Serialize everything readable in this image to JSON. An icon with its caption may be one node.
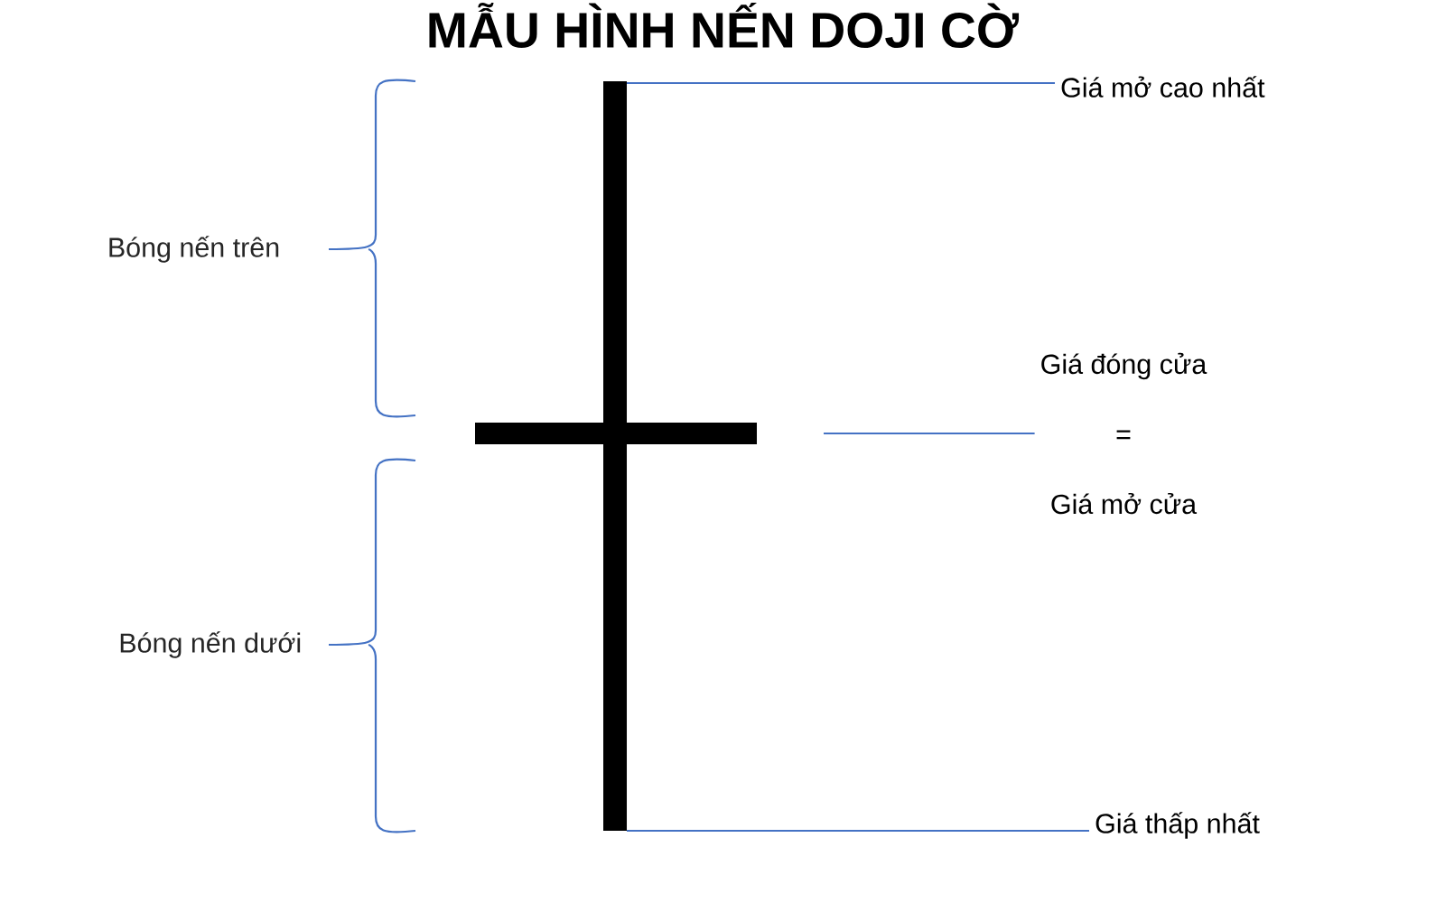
{
  "diagram": {
    "title": "MẪU HÌNH NẾN DOJI CỜ",
    "nodes": [
      {
        "text": [
          "Giá mở cao nhất"
        ]
      },
      {
        "text": [
          "Giá đóng cửa",
          "=",
          "Giá mở cửa"
        ]
      },
      {
        "text": [
          "Giá thấp nhất"
        ]
      }
    ],
    "edges": [
      {
        "from": 0,
        "to": null,
        "arrow": "none"
      },
      {
        "from": 1,
        "to": null,
        "arrow": "none"
      },
      {
        "from": 2,
        "to": null,
        "arrow": "none"
      }
    ],
    "labels": [
      "Bóng nến trên",
      "Bóng nến dưới"
    ]
  }
}
